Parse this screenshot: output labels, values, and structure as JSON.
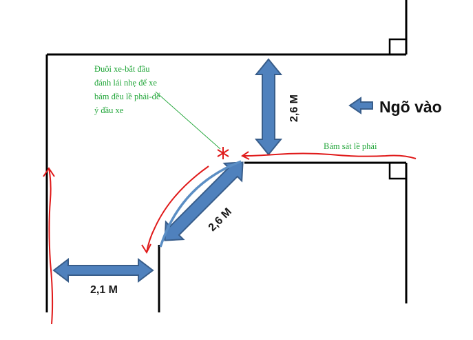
{
  "labels": {
    "entrance": "Ngõ vào",
    "hug_right_curb": "Bám sát lề phải",
    "dim_vertical": "2,6 M",
    "dim_diagonal": "2,6 M",
    "dim_horizontal": "2,1 M",
    "note_lines": [
      "Đuôi xe-bắt đầu",
      "đánh lái nhẹ để xe",
      "bám đều lề phải-để",
      "ý đầu xe"
    ]
  },
  "colors": {
    "wall": "#000000",
    "arrow_fill": "#4f81bd",
    "arrow_stroke": "#385d8a",
    "path_red": "#e01a1a",
    "curve_blue": "#5b8ec4",
    "note_green": "#22a63a"
  },
  "icons": {
    "start_marker": "asterisk-icon",
    "corner_markers": "right-angle-icon"
  }
}
